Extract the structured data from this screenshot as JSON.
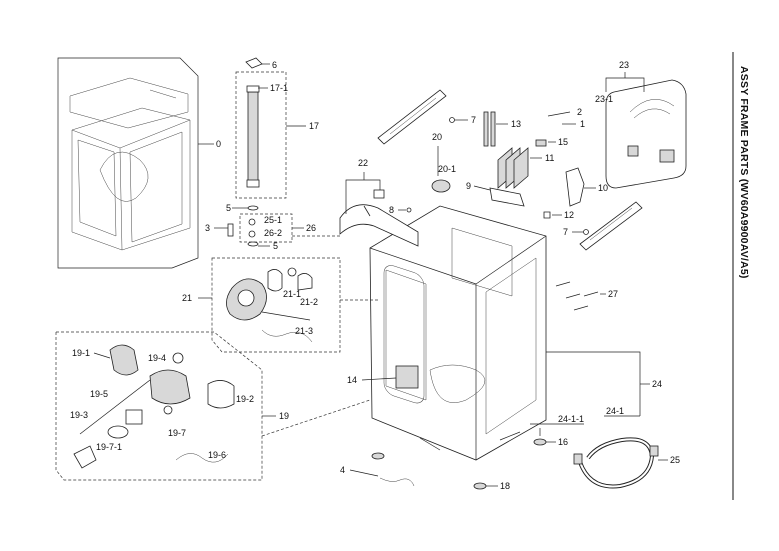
{
  "title": "ASSY FRAME PARTS (WV60A9900AV/A5)",
  "callouts": {
    "c0": "0",
    "c2": "2",
    "c1": "1",
    "c3": "3",
    "c4": "4",
    "c5a": "5",
    "c5b": "5",
    "c6": "6",
    "c7a": "7",
    "c7b": "7",
    "c8": "8",
    "c9": "9",
    "c10": "10",
    "c11": "11",
    "c12": "12",
    "c13": "13",
    "c14": "14",
    "c15": "15",
    "c16": "16",
    "c17": "17",
    "c17_1": "17-1",
    "c18": "18",
    "c19": "19",
    "c19_1": "19-1",
    "c19_2": "19-2",
    "c19_3": "19-3",
    "c19_4": "19-4",
    "c19_5": "19-5",
    "c19_6": "19-6",
    "c19_7": "19-7",
    "c19_7_1": "19-7-1",
    "c20": "20",
    "c20_1": "20-1",
    "c21": "21",
    "c21_1": "21-1",
    "c21_2": "21-2",
    "c21_3": "21-3",
    "c22": "22",
    "c23": "23",
    "c23_1": "23-1",
    "c24": "24",
    "c24_1": "24-1",
    "c24_1_1": "24-1-1",
    "c25": "25",
    "c25_1": "25-1",
    "c26": "26",
    "c26_2": "26-2",
    "c27": "27"
  }
}
